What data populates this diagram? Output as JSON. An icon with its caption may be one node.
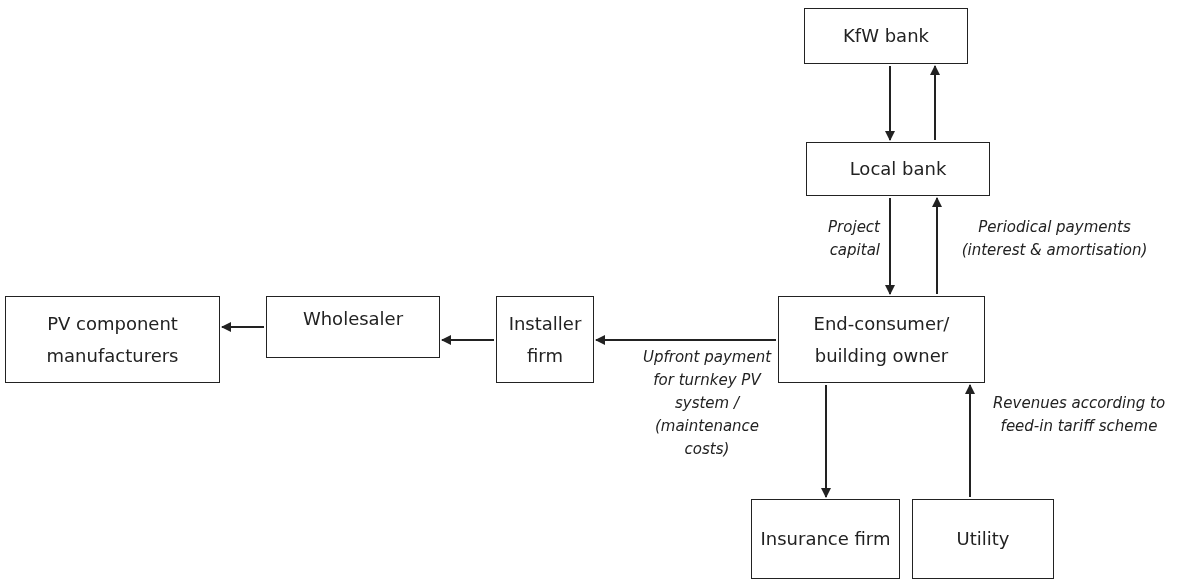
{
  "diagram": {
    "nodes": [
      {
        "text": [
          "KfW bank"
        ]
      },
      {
        "text": [
          "Local bank"
        ]
      },
      {
        "text": [
          "End-consumer/ building owner"
        ]
      },
      {
        "text": [
          "Installer firm"
        ]
      },
      {
        "text": [
          "Wholesaler"
        ]
      },
      {
        "text": [
          "PV component manufacturers"
        ]
      },
      {
        "text": [
          "Insurance firm"
        ]
      },
      {
        "text": [
          "Utility"
        ]
      }
    ],
    "edges": [
      {
        "from": 0,
        "to": 1,
        "arrow": "to"
      },
      {
        "from": 1,
        "to": 0,
        "arrow": "to"
      },
      {
        "from": 1,
        "to": 2,
        "arrow": "to",
        "label": "Project capital"
      },
      {
        "from": 2,
        "to": 1,
        "arrow": "to",
        "label": "Periodical payments (interest & amortisation)"
      },
      {
        "from": 2,
        "to": 3,
        "arrow": "to",
        "label": "Upfront payment for turnkey PV system / (maintenance costs)"
      },
      {
        "from": 3,
        "to": 4,
        "arrow": "to"
      },
      {
        "from": 4,
        "to": 5,
        "arrow": "to"
      },
      {
        "from": 2,
        "to": 6,
        "arrow": "to"
      },
      {
        "from": 7,
        "to": 2,
        "arrow": "to",
        "label": "Revenues according to feed-in tariff scheme"
      }
    ]
  }
}
